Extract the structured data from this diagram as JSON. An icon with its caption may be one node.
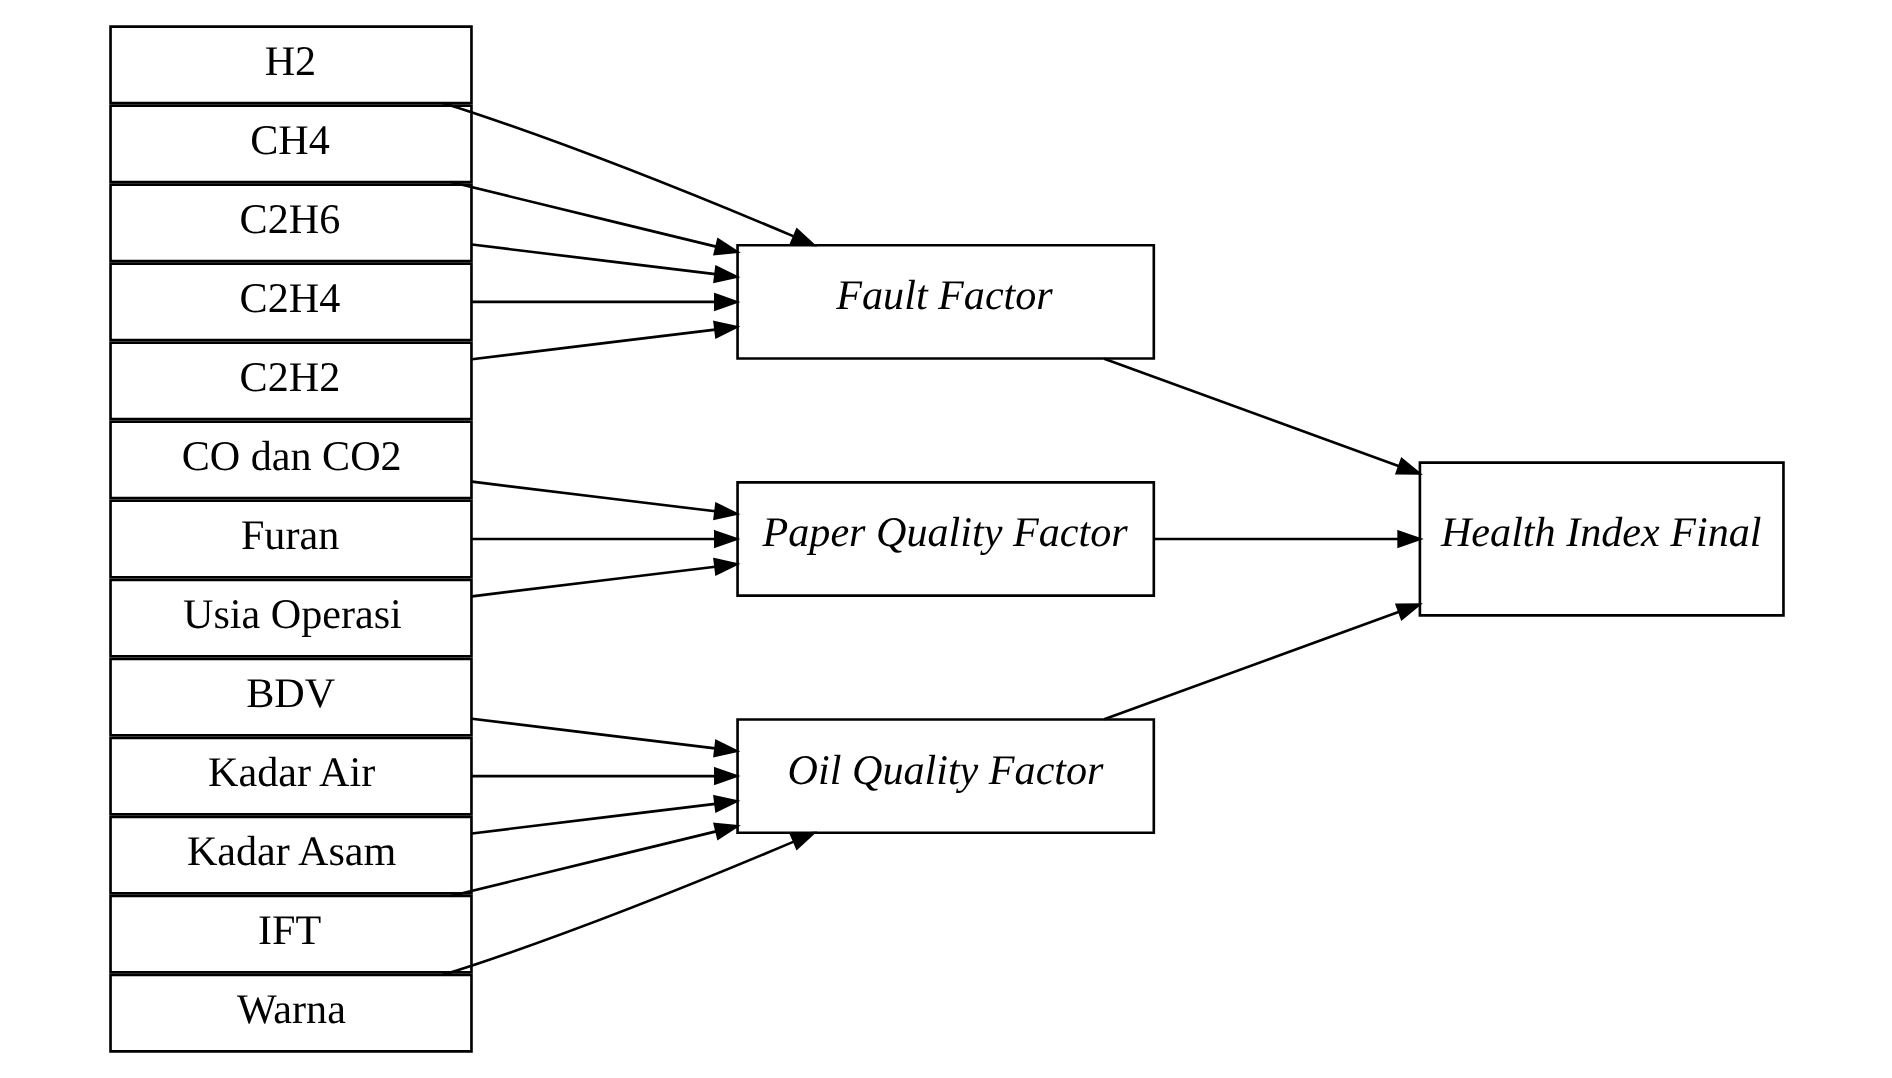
{
  "diagram": {
    "nodes": [
      {
        "text": [
          "H2"
        ]
      },
      {
        "text": [
          "CH4"
        ]
      },
      {
        "text": [
          "C2H6"
        ]
      },
      {
        "text": [
          "C2H4"
        ]
      },
      {
        "text": [
          "C2H2"
        ]
      },
      {
        "text": [
          "CO dan CO2"
        ]
      },
      {
        "text": [
          "Furan"
        ]
      },
      {
        "text": [
          "Usia Operasi"
        ]
      },
      {
        "text": [
          "BDV"
        ]
      },
      {
        "text": [
          "Kadar Air"
        ]
      },
      {
        "text": [
          "Kadar Asam"
        ]
      },
      {
        "text": [
          "IFT"
        ]
      },
      {
        "text": [
          "Warna"
        ]
      },
      {
        "text": [
          "Fault Factor"
        ]
      },
      {
        "text": [
          "Paper Quality Factor"
        ]
      },
      {
        "text": [
          "Oil Quality Factor"
        ]
      },
      {
        "text": [
          "Health Index Final"
        ]
      }
    ],
    "edges": [
      {
        "from": 0,
        "to": 13,
        "arrow": "to"
      },
      {
        "from": 1,
        "to": 13,
        "arrow": "to"
      },
      {
        "from": 2,
        "to": 13,
        "arrow": "to"
      },
      {
        "from": 3,
        "to": 13,
        "arrow": "to"
      },
      {
        "from": 4,
        "to": 13,
        "arrow": "to"
      },
      {
        "from": 5,
        "to": 14,
        "arrow": "to"
      },
      {
        "from": 6,
        "to": 14,
        "arrow": "to"
      },
      {
        "from": 7,
        "to": 14,
        "arrow": "to"
      },
      {
        "from": 8,
        "to": 15,
        "arrow": "to"
      },
      {
        "from": 9,
        "to": 15,
        "arrow": "to"
      },
      {
        "from": 10,
        "to": 15,
        "arrow": "to"
      },
      {
        "from": 11,
        "to": 15,
        "arrow": "to"
      },
      {
        "from": 12,
        "to": 15,
        "arrow": "to"
      },
      {
        "from": 13,
        "to": 16,
        "arrow": "to"
      },
      {
        "from": 14,
        "to": 16,
        "arrow": "to"
      },
      {
        "from": 15,
        "to": 16,
        "arrow": "to"
      }
    ]
  }
}
